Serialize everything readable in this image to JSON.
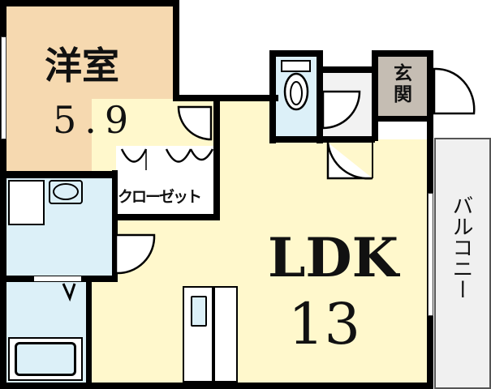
{
  "floorplan": {
    "rooms": {
      "western_room": {
        "name": "洋室",
        "size": "5.9",
        "color": "#f6d9b0"
      },
      "ldk": {
        "name": "LDK",
        "size": "13",
        "color": "#fff8cc"
      },
      "closet": {
        "name": "クローゼット",
        "color": "#ffffff"
      },
      "entrance": {
        "name": "玄関",
        "color": "#c5bdb3"
      },
      "balcony": {
        "name": "バルコニー",
        "color": "#f0f0f0"
      },
      "toilet": {
        "color": "#dcf0f8"
      },
      "washroom": {
        "color": "#dcf0f8"
      },
      "bathroom": {
        "color": "#dcf0f8"
      },
      "hallway": {
        "color": "#f2f2f2"
      }
    },
    "wall_color": "#000000"
  }
}
